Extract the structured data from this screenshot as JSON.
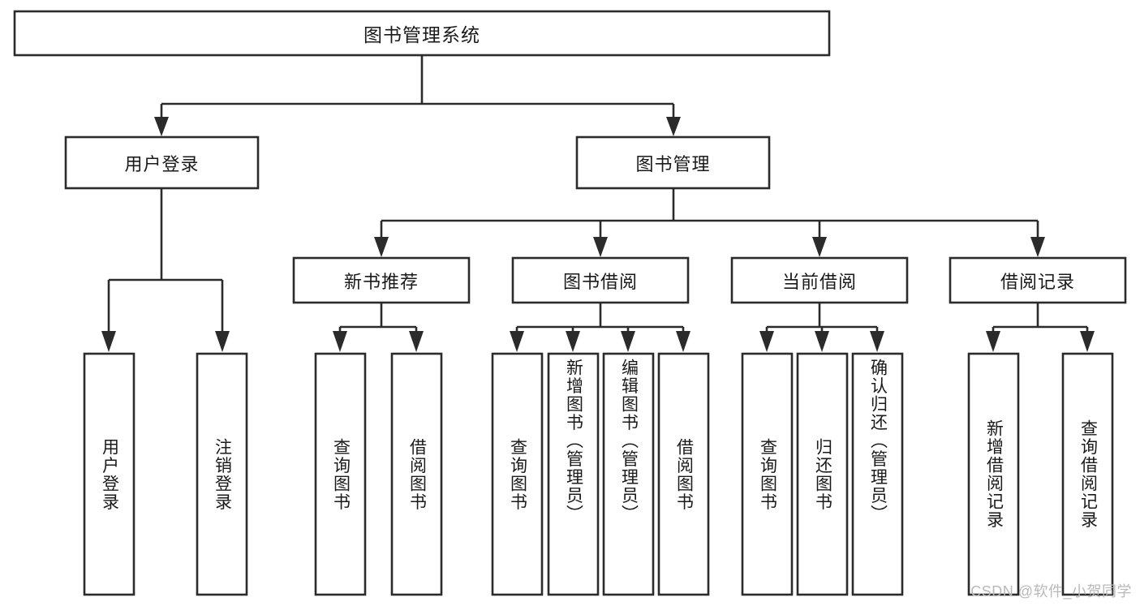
{
  "diagram": {
    "type": "tree-hierarchy",
    "title": "图书管理系统",
    "orientation": "top-down",
    "colors": {
      "box_fill": "#ffffff",
      "box_stroke": "#2b2b2b",
      "text": "#1a1a1a",
      "background": "#ffffff",
      "watermark": "#b9b9b9"
    },
    "levels": [
      {
        "level": 1,
        "nodes": [
          {
            "id": "root",
            "label": "图书管理系统",
            "text_orientation": "horizontal"
          }
        ]
      },
      {
        "level": 2,
        "nodes": [
          {
            "id": "login",
            "label": "用户登录",
            "text_orientation": "horizontal",
            "parent": "root"
          },
          {
            "id": "bookmgmt",
            "label": "图书管理",
            "text_orientation": "horizontal",
            "parent": "root"
          }
        ]
      },
      {
        "level": 3,
        "nodes": [
          {
            "id": "newbook",
            "label": "新书推荐",
            "text_orientation": "horizontal",
            "parent": "bookmgmt"
          },
          {
            "id": "borrow",
            "label": "图书借阅",
            "text_orientation": "horizontal",
            "parent": "bookmgmt"
          },
          {
            "id": "current",
            "label": "当前借阅",
            "text_orientation": "horizontal",
            "parent": "bookmgmt"
          },
          {
            "id": "records",
            "label": "借阅记录",
            "text_orientation": "horizontal",
            "parent": "bookmgmt"
          }
        ]
      },
      {
        "level": 4,
        "nodes": [
          {
            "id": "leaf-user-login",
            "label": "用户登录",
            "text_orientation": "vertical",
            "parent": "login"
          },
          {
            "id": "leaf-user-logout",
            "label": "注销登录",
            "text_orientation": "vertical",
            "parent": "login"
          },
          {
            "id": "leaf-newbook-query",
            "label": "查询图书",
            "text_orientation": "vertical",
            "parent": "newbook"
          },
          {
            "id": "leaf-newbook-borrow",
            "label": "借阅图书",
            "text_orientation": "vertical",
            "parent": "newbook"
          },
          {
            "id": "leaf-borrow-query",
            "label": "查询图书",
            "text_orientation": "vertical",
            "parent": "borrow"
          },
          {
            "id": "leaf-borrow-add",
            "label": "新增图书（管理员）",
            "text_orientation": "vertical",
            "parent": "borrow"
          },
          {
            "id": "leaf-borrow-edit",
            "label": "编辑图书（管理员）",
            "text_orientation": "vertical",
            "parent": "borrow"
          },
          {
            "id": "leaf-borrow-lend",
            "label": "借阅图书",
            "text_orientation": "vertical",
            "parent": "borrow"
          },
          {
            "id": "leaf-current-query",
            "label": "查询图书",
            "text_orientation": "vertical",
            "parent": "current"
          },
          {
            "id": "leaf-current-return",
            "label": "归还图书",
            "text_orientation": "vertical",
            "parent": "current"
          },
          {
            "id": "leaf-current-confirm",
            "label": "确认归还（管理员）",
            "text_orientation": "vertical",
            "parent": "current"
          },
          {
            "id": "leaf-records-add",
            "label": "新增借阅记录",
            "text_orientation": "vertical",
            "parent": "records"
          },
          {
            "id": "leaf-records-query",
            "label": "查询借阅记录",
            "text_orientation": "vertical",
            "parent": "records"
          }
        ]
      }
    ]
  },
  "watermark": {
    "text": "CSDN @软件_小贺同学"
  }
}
